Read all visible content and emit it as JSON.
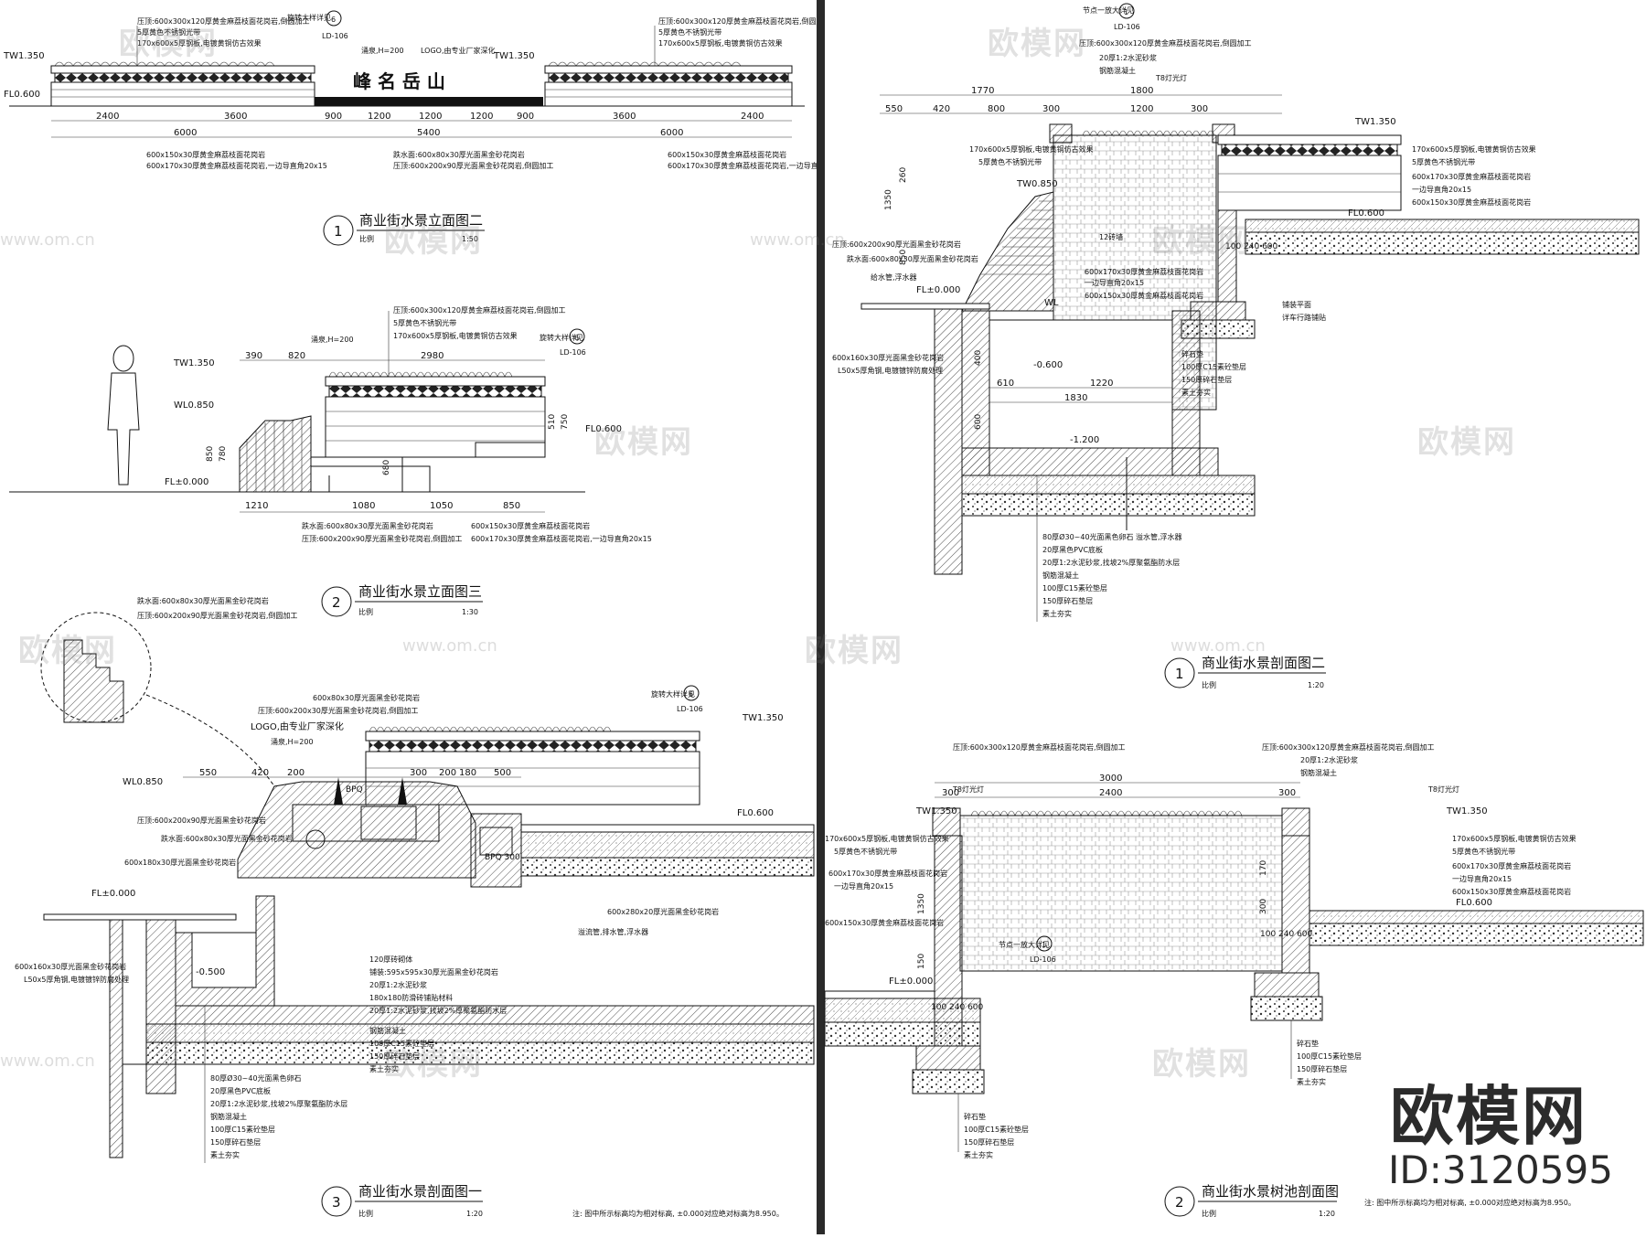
{
  "left_sheet": {
    "elev2": {
      "num": "1",
      "title": "商业街水景立面图二",
      "scale_label": "比例",
      "scale": "1:50",
      "levels": [
        "TW1.350",
        "FL0.600",
        "TW1.350"
      ],
      "callout": {
        "label": "旋转大样详见",
        "num": "6",
        "ref": "LD-106"
      },
      "logo_label": "LOGO,由专业厂家深化",
      "spray_label": "涌泉,H=200",
      "logo_text": "峰 名 岳 山",
      "notes_top_left": [
        "压顶:600x300x120厚黄金麻荔枝面花岗岩,倒圆加工",
        "5厚黄色不锈钢光带",
        "170x600x5厚钢板,电镀黄铜仿古效果"
      ],
      "notes_top_right": [
        "压顶:600x300x120厚黄金麻荔枝面花岗岩,倒圆加工",
        "5厚黄色不锈钢光带",
        "170x600x5厚钢板,电镀黄铜仿古效果"
      ],
      "dims_top": [
        "2400",
        "3600",
        "900",
        "1200",
        "1200",
        "1200",
        "900",
        "3600",
        "2400"
      ],
      "dims_total": [
        "6000",
        "5400",
        "6000"
      ],
      "notes_bottom_left": [
        "600x150x30厚黄金麻荔枝面花岗岩",
        "600x170x30厚黄金麻荔枝面花岗岩,一边导直角20x15"
      ],
      "notes_bottom_mid": [
        "跌水面:600x80x30厚光面黑金砂花岗岩",
        "压顶:600x200x90厚光面黑金砂花岗岩,倒圆加工"
      ],
      "notes_bottom_right": [
        "600x150x30厚黄金麻荔枝面花岗岩",
        "600x170x30厚黄金麻荔枝面花岗岩,一边导直角20x15"
      ]
    },
    "elev3": {
      "num": "2",
      "title": "商业街水景立面图三",
      "scale_label": "比例",
      "scale": "1:30",
      "levels": [
        "TW1.350",
        "WL0.850",
        "FL±0.000",
        "FL0.600"
      ],
      "callout": {
        "label": "旋转大样详见",
        "num": "6",
        "ref": "LD-106"
      },
      "spray_label": "涌泉,H=200",
      "notes_top": [
        "压顶:600x300x120厚黄金麻荔枝面花岗岩,倒圆加工",
        "5厚黄色不锈钢光带",
        "170x600x5厚钢板,电镀黄铜仿古效果"
      ],
      "dims_top": [
        "390",
        "820",
        "2980"
      ],
      "dims_bottom": [
        "1210",
        "1080",
        "1050",
        "850"
      ],
      "dims_side": [
        "850",
        "780",
        "680",
        "510",
        "750"
      ],
      "notes_bottom": [
        "跌水面:600x80x30厚光面黑金砂花岗岩",
        "压顶:600x200x90厚光面黑金砂花岗岩,倒圆加工"
      ],
      "notes_bottom_right": [
        "600x150x30厚黄金麻荔枝面花岗岩",
        "600x170x30厚黄金麻荔枝面花岗岩,一边导直角20x15"
      ]
    },
    "section1": {
      "num": "3",
      "title": "商业街水景剖面图一",
      "scale_label": "比例",
      "scale": "1:20",
      "note": "注: 图中所示标高均为相对标高, ±0.000对应绝对标高为8.950。",
      "levels": [
        "TW1.350",
        "WL0.850",
        "FL±0.000",
        "FL0.600",
        "-0.500"
      ],
      "callout": {
        "label": "旋转大样详见",
        "num": "6",
        "ref": "LD-106"
      },
      "detail_notes": [
        "跌水面:600x80x30厚光面黑金砂花岗岩",
        "压顶:600x200x90厚光面黑金砂花岗岩,倒圆加工"
      ],
      "top_notes": [
        "600x80x30厚光面黑金砂花岗岩",
        "压顶:600x200x30厚光面黑金砂花岗岩,倒圆加工",
        "LOGO,由专业厂家深化",
        "涌泉,H=200"
      ],
      "left_notes": [
        "压顶:600x200x90厚光面黑金砂花岗岩",
        "跌水面:600x80x30厚光面黑金砂花岗岩",
        "600x180x30厚光面黑金砂花岗岩"
      ],
      "left_bottom_notes": [
        "600x160x30厚光面黑金砂花岗岩",
        "L50x5厚角钢,电镀镀锌防腐处理"
      ],
      "dims": [
        "550",
        "420",
        "200",
        "300",
        "200",
        "180",
        "500"
      ],
      "right_notes": [
        "600x280x20厚光面黑金砂花岗岩",
        "溢流管,排水管,浮水器"
      ],
      "layers": [
        "120厚砖砌体",
        "铺装:595x595x30厚光面黑金砂花岗岩",
        "20厚1:2水泥砂浆",
        "180x180防滑砖铺贴材料",
        "20厚1:2水泥砂浆,找坡2%厚聚氨酯防水层",
        "钢筋混凝土",
        "100厚C15素砼垫层",
        "150厚碎石垫层",
        "素土夯实"
      ],
      "bottom_layers": [
        "80厚Ø30~40光面黑色卵石",
        "20厚黑色PVC底板",
        "20厚1:2水泥砂浆,找坡2%厚聚氨酯防水层",
        "钢筋混凝土",
        "100厚C15素砼垫层",
        "150厚碎石垫层",
        "素土夯实"
      ],
      "pipe_labels": [
        "BPQ",
        "BPQ 300"
      ]
    }
  },
  "right_sheet": {
    "section2": {
      "num": "1",
      "title": "商业街水景剖面图二",
      "scale_label": "比例",
      "scale": "1:20",
      "callout_top": {
        "label": "节点一放大详见",
        "num": "1",
        "ref": "LD-106"
      },
      "notes_top": [
        "压顶:600x300x120厚黄金麻荔枝面花岗岩,倒圆加工",
        "20厚1:2水泥砂浆",
        "钢筋混凝土"
      ],
      "levels": [
        "TW1.350",
        "TW0.850",
        "FL±0.000",
        "WL",
        "-0.600",
        "-1.200",
        "FL0.600",
        "TW1.350"
      ],
      "dims_top": [
        "1770",
        "1800",
        "550",
        "420",
        "800",
        "300",
        "1200",
        "300"
      ],
      "dims_mid": [
        "610",
        "1220",
        "1830"
      ],
      "dims_side": [
        "1350",
        "850",
        "260",
        "400",
        "600"
      ],
      "left_notes": [
        "170x600x5厚钢板,电镀黄铜仿古效果",
        "5厚黄色不锈钢光带"
      ],
      "mid_notes": [
        "压顶:600x200x90厚光面黑金砂花岗岩",
        "跌水面:600x80x30厚光面黑金砂花岗岩"
      ],
      "right_notes": [
        "170x600x5厚钢板,电镀黄铜仿古效果",
        "5厚黄色不锈钢光带",
        "600x170x30厚黄金麻荔枝面花岗岩",
        "一边导直角20x15",
        "600x150x30厚黄金麻荔枝面花岗岩"
      ],
      "inner_notes": [
        "600x170x30厚黄金麻荔枝面花岗岩",
        "一边导直角20x15",
        "600x150x30厚黄金麻荔枝面花岗岩"
      ],
      "t8": "T8灯光灯",
      "left_angle": [
        "600x160x30厚光面黑金砂花岗岩",
        "L50x5厚角钢,电镀镀锌防腐处理"
      ],
      "right_layers": [
        "铺装平面",
        "详车行路铺贴",
        "碎石垫",
        "100厚C15素砼垫层",
        "150厚碎石垫层",
        "素土夯实"
      ],
      "bottom_layers": [
        "80厚Ø30~40光面黑色卵石",
        "20厚黑色PVC底板",
        "20厚1:2水泥砂浆,找坡2%厚聚氨酯防水层",
        "钢筋混凝土",
        "100厚C15素砼垫层",
        "150厚碎石垫层",
        "素土夯实"
      ],
      "overflow": "溢水管,浮水器",
      "drain": "给水管,浮水器",
      "wall_label": "12砖墙",
      "bottom_dims": "100  240  600"
    },
    "section_tree": {
      "num": "2",
      "title": "商业街水景树池剖面图",
      "scale_label": "比例",
      "scale": "1:20",
      "note": "注: 图中所示标高均为相对标高, ±0.000对应绝对标高为8.950。",
      "notes_top_left": [
        "压顶:600x300x120厚黄金麻荔枝面花岗岩,倒圆加工"
      ],
      "notes_top_right": [
        "压顶:600x300x120厚黄金麻荔枝面花岗岩,倒圆加工",
        "20厚1:2水泥砂浆",
        "钢筋混凝土"
      ],
      "t8": "T8灯光灯",
      "dims": [
        "3000",
        "2400",
        "300",
        "300"
      ],
      "levels": [
        "TW1.350",
        "TW1.350",
        "FL±0.000",
        "FL0.600"
      ],
      "left_notes": [
        "170x600x5厚钢板,电镀黄铜仿古效果",
        "5厚黄色不锈钢光带",
        "600x170x30厚黄金麻荔枝面花岗岩",
        "一边导直角20x15",
        "600x150x30厚黄金麻荔枝面花岗岩"
      ],
      "right_notes": [
        "170x600x5厚钢板,电镀黄铜仿古效果",
        "5厚黄色不锈钢光带",
        "600x170x30厚黄金麻荔枝面花岗岩",
        "一边导直角20x15",
        "600x150x30厚黄金麻荔枝面花岗岩",
        "FL0.600"
      ],
      "callout": {
        "label": "节点一放大详见",
        "num": "1",
        "ref": "LD-106"
      },
      "bottom_layers": [
        "碎石垫",
        "100厚C15素砼垫层",
        "150厚碎石垫层",
        "素土夯实"
      ],
      "right_layers": [
        "碎石垫",
        "100厚C15素砼垫层",
        "150厚碎石垫层",
        "素土夯实"
      ],
      "dims_side": [
        "1350",
        "150",
        "170",
        "300"
      ],
      "bottom_dims": "100  240  600"
    }
  },
  "watermark": {
    "brand": "欧模网",
    "url": "www.om.cn"
  },
  "brand_logo": "欧模网",
  "brand_id": "ID:3120595"
}
